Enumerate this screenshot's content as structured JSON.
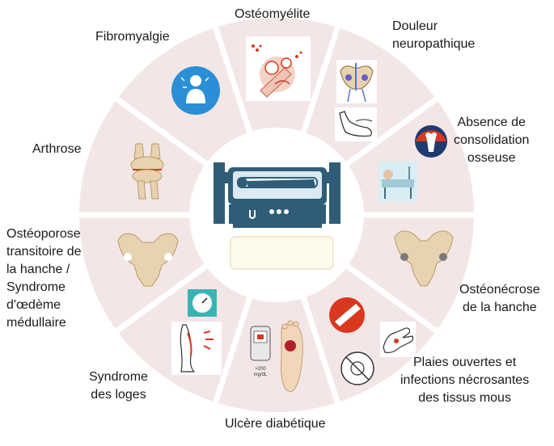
{
  "colors": {
    "wheel_fill": "#f3e6e6",
    "wheel_stroke": "#ffffff",
    "chamber_dark": "#2f5d78",
    "chamber_glass": "#dbe9f2",
    "label_panel": "#fdfaeb",
    "bone": "#e8d3b0",
    "accent_red": "#d9381e",
    "icon_blue": "#2a8fd6",
    "icon_teal": "#3bb3b5"
  },
  "center": {
    "icon": "hyperbaric-chamber-icon"
  },
  "labels": {
    "osteomyelite": [
      "Ostéomyélite"
    ],
    "douleur": [
      "Douleur",
      "neuropathique"
    ],
    "absence": [
      "Absence de",
      "consolidation",
      "osseuse"
    ],
    "osteonecrose": [
      "Ostéonécrose",
      "de la hanche"
    ],
    "plaies": [
      "Plaies ouvertes et",
      "infections nécrosantes",
      "des tissus mous"
    ],
    "ulcere": [
      "Ulcère diabétique"
    ],
    "loges": [
      "Syndrome",
      "des loges"
    ],
    "osteoporose": [
      "Ostéoporose",
      "transitoire de",
      "la hanche /",
      "Syndrome",
      "d'œdème",
      "médullaire"
    ],
    "arthrose": [
      "Arthrose"
    ],
    "fibromyalgie": [
      "Fibromyalgie"
    ]
  },
  "icons": {
    "osteomyelite": "bone-infection-icon",
    "douleur": [
      "pelvis-nerve-icon",
      "foot-icon"
    ],
    "absence": [
      "broken-bone-icon",
      "hospital-bed-icon"
    ],
    "osteonecrose": "pelvis-icon",
    "plaies": [
      "skin-lesion-icon",
      "wound-hand-icon",
      "no-bacteria-icon"
    ],
    "ulcere": [
      "glucometer-icon",
      "foot-ulcer-icon"
    ],
    "loges": [
      "pressure-gauge-icon",
      "leg-pain-icon"
    ],
    "osteoporose": "hip-pelvis-icon",
    "arthrose": "knee-joint-icon",
    "fibromyalgie": "body-pain-icon"
  },
  "glucometer_text": [
    ">200",
    "mg/dL"
  ]
}
